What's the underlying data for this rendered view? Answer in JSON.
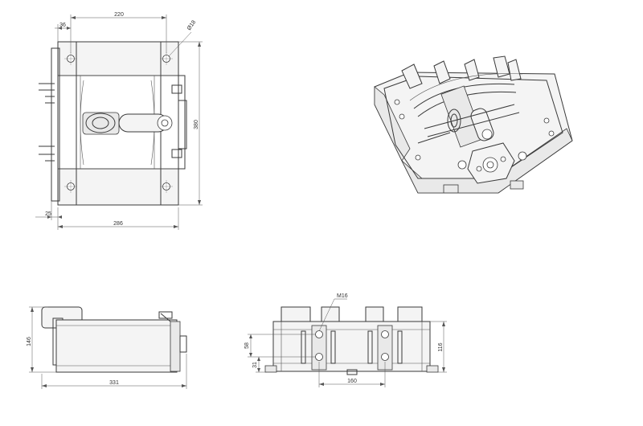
{
  "dimensions": {
    "top_view": {
      "width_220": "220",
      "edge_36": "36",
      "hole_dia": "Ø18",
      "height_380": "380",
      "edge_25": "25",
      "overall_286": "286"
    },
    "side_view": {
      "height_146": "146",
      "length_331": "331"
    },
    "end_view": {
      "thread": "M16",
      "dim_58": "58",
      "dim_31": "31",
      "spacing_160": "160",
      "height_116": "116"
    }
  }
}
